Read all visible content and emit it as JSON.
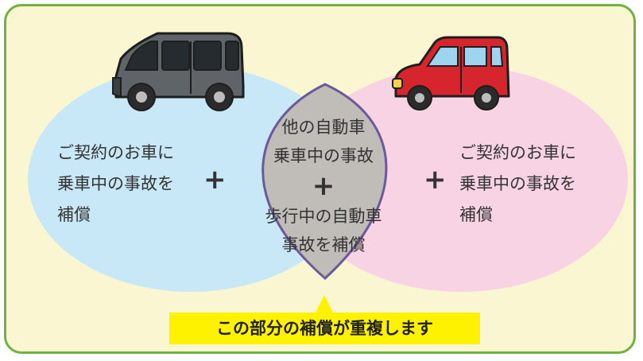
{
  "left_area": {
    "lines": [
      "ご契約のお車に",
      "乗車中の事故を",
      "補償"
    ]
  },
  "right_area": {
    "lines": [
      "ご契約のお車に",
      "乗車中の事故を",
      "補償"
    ]
  },
  "overlap": {
    "lines_top": [
      "他の自動車",
      "乗車中の事故"
    ],
    "plus": "+",
    "lines_bottom": [
      "歩行中の自動車",
      "事故を補償"
    ]
  },
  "plus_signs": {
    "left": "+",
    "right": "+"
  },
  "callout": {
    "text": "この部分の補償が重複します"
  },
  "colors": {
    "frame_bg": "#fbf6d2",
    "frame_border": "#6fb23f",
    "left_ellipse": "#c8e8f7",
    "right_ellipse": "#f8d3e3",
    "overlap_fill": "#c0bcb8",
    "overlap_stroke": "#6a5a9a",
    "callout_bg": "#fff200",
    "van_body": "#5f6468",
    "car_body": "#d6252c"
  },
  "icons": {
    "left": "van-icon",
    "right": "red-car-icon"
  }
}
